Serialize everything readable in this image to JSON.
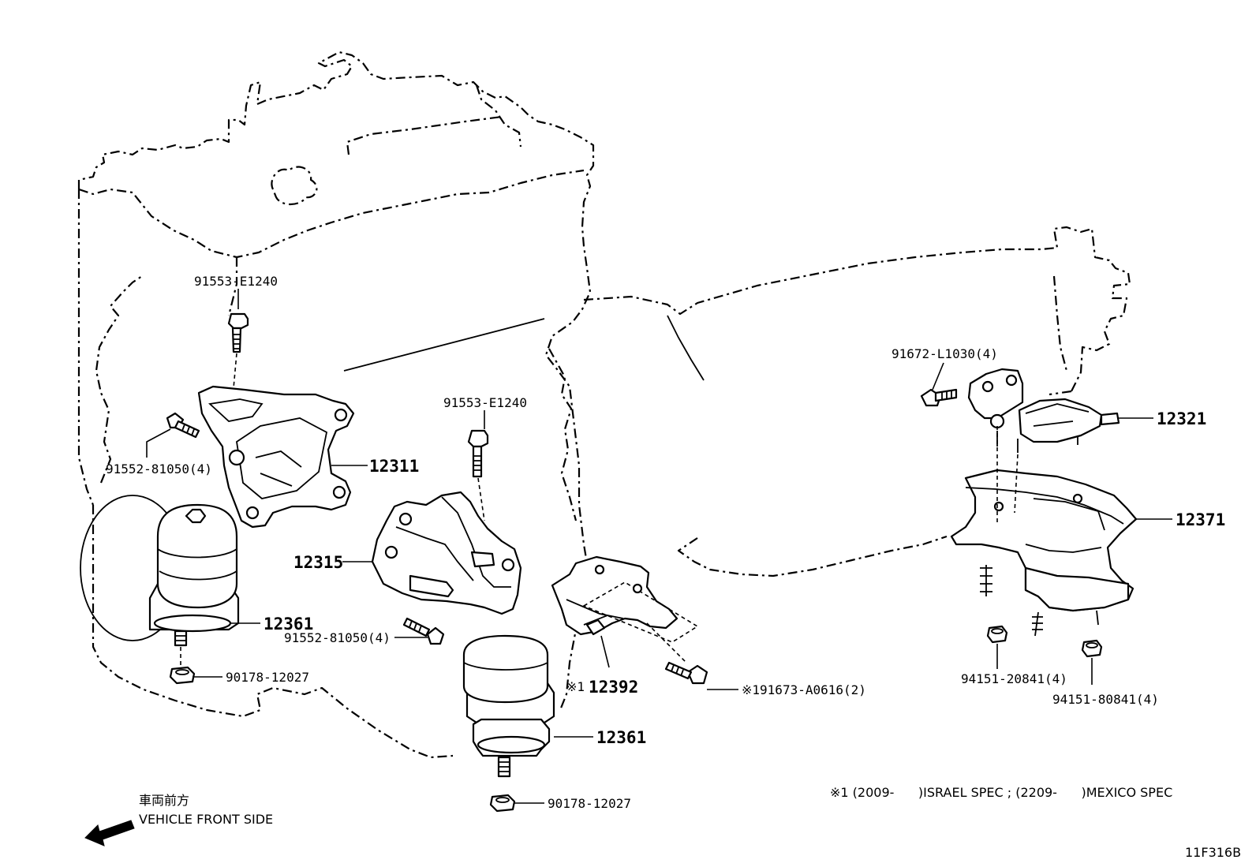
{
  "diagram_code": "11F316B",
  "footnote": "※1 (2009-      )ISRAEL SPEC ; (2209-      )MEXICO SPEC",
  "direction": {
    "japanese": "車両前方",
    "english": "VEHICLE FRONT SIDE",
    "icon": "arrow-left-down-icon"
  },
  "callouts": {
    "bolt_left_top": "91553-E1240",
    "bolt_left_side": "91552-81050(4)",
    "bracket_left": "12311",
    "mount_left": "12361",
    "nut_left": "90178-12027",
    "bolt_center_top": "91553-E1240",
    "bracket_center": "12315",
    "bolt_center_side": "91552-81050(4)",
    "mount_center": "12361",
    "nut_center": "90178-12027",
    "bracket_rear_mark": "※1",
    "bracket_rear": "12392",
    "bolt_rear": "※191673-A0616(2)",
    "bolt_right": "91672-L1030(4)",
    "insulator_rear": "12321",
    "member_rear": "12371",
    "nut_right_1": "94151-20841(4)",
    "nut_right_2": "94151-80841(4)"
  }
}
